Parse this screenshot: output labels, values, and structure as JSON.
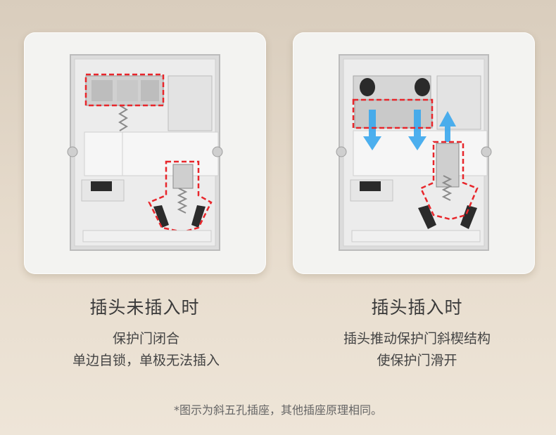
{
  "left": {
    "title": "插头未插入时",
    "line1": "保护门闭合",
    "line2": "单边自锁，单极无法插入"
  },
  "right": {
    "title": "插头插入时",
    "line1": "插头推动保护门斜楔结构",
    "line2": "使保护门滑开"
  },
  "footnote": "*图示为斜五孔插座，其他插座原理相同。",
  "colors": {
    "highlight": "#e8262b",
    "arrow": "#3aa8ee",
    "background": "#e3d8c9"
  }
}
